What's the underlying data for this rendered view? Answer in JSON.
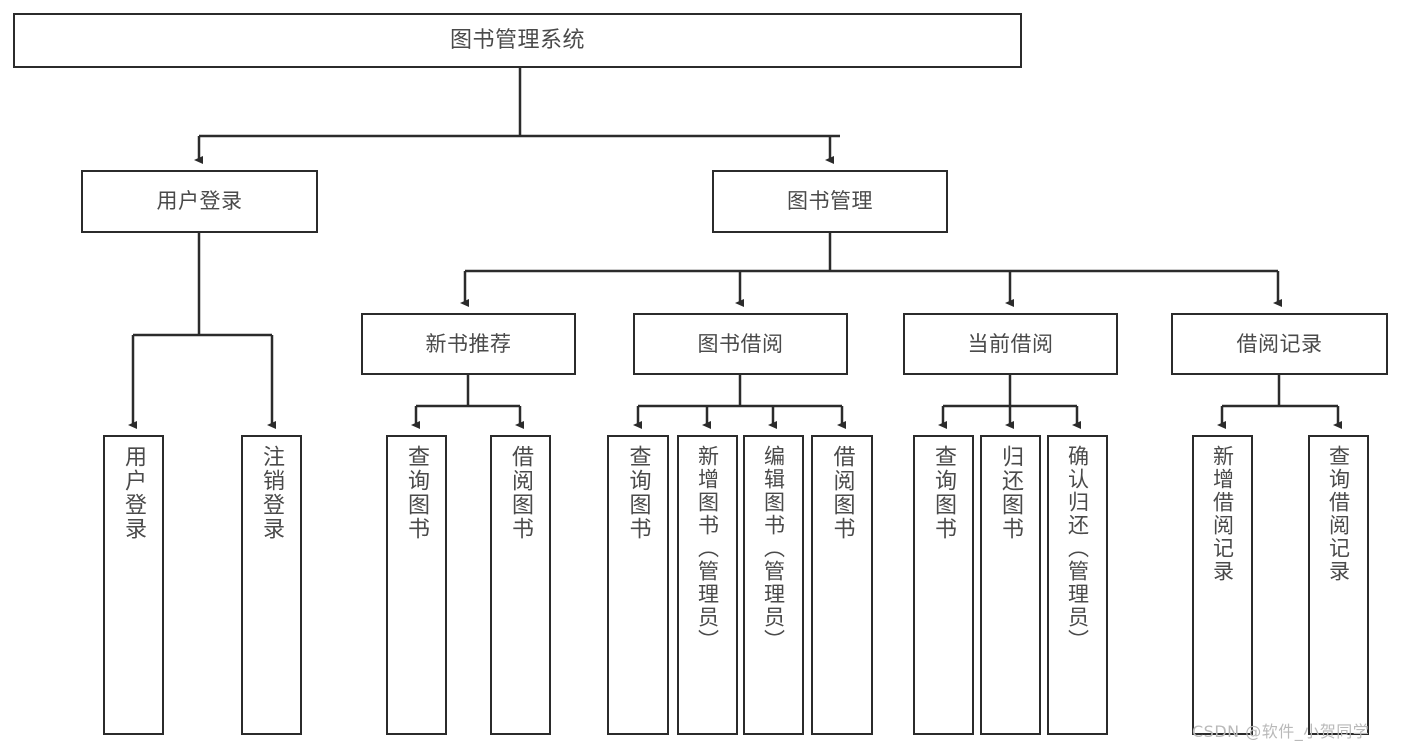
{
  "diagram": {
    "title": "图书管理系统",
    "type": "tree-hierarchy-diagram",
    "line_color": "#2b2b2b",
    "text_color": "#4a4a4a",
    "background": "#ffffff",
    "watermark": "CSDN @软件_小贺同学"
  },
  "nodes": {
    "root": {
      "label": "图书管理系统"
    },
    "level2": [
      {
        "label": "用户登录"
      },
      {
        "label": "图书管理"
      }
    ],
    "level3": [
      {
        "label": "新书推荐"
      },
      {
        "label": "图书借阅"
      },
      {
        "label": "当前借阅"
      },
      {
        "label": "借阅记录"
      }
    ],
    "leaves_user_login": [
      {
        "label": "用户登录"
      },
      {
        "label": "注销登录"
      }
    ],
    "leaves_new_book": [
      {
        "label": "查询图书"
      },
      {
        "label": "借阅图书"
      }
    ],
    "leaves_borrow": [
      {
        "label": "查询图书"
      },
      {
        "label": "新增图书（管理员）"
      },
      {
        "label": "编辑图书（管理员）"
      },
      {
        "label": "借阅图书"
      }
    ],
    "leaves_current": [
      {
        "label": "查询图书"
      },
      {
        "label": "归还图书"
      },
      {
        "label": "确认归还（管理员）"
      }
    ],
    "leaves_records": [
      {
        "label": "新增借阅记录"
      },
      {
        "label": "查询借阅记录"
      }
    ]
  },
  "chart_data": {
    "type": "table",
    "title": "图书管理系统",
    "edges": [
      {
        "from": "图书管理系统",
        "to": "用户登录"
      },
      {
        "from": "图书管理系统",
        "to": "图书管理"
      },
      {
        "from": "用户登录",
        "to": "用户登录"
      },
      {
        "from": "用户登录",
        "to": "注销登录"
      },
      {
        "from": "图书管理",
        "to": "新书推荐"
      },
      {
        "from": "图书管理",
        "to": "图书借阅"
      },
      {
        "from": "图书管理",
        "to": "当前借阅"
      },
      {
        "from": "图书管理",
        "to": "借阅记录"
      },
      {
        "from": "新书推荐",
        "to": "查询图书"
      },
      {
        "from": "新书推荐",
        "to": "借阅图书"
      },
      {
        "from": "图书借阅",
        "to": "查询图书"
      },
      {
        "from": "图书借阅",
        "to": "新增图书（管理员）"
      },
      {
        "from": "图书借阅",
        "to": "编辑图书（管理员）"
      },
      {
        "from": "图书借阅",
        "to": "借阅图书"
      },
      {
        "from": "当前借阅",
        "to": "查询图书"
      },
      {
        "from": "当前借阅",
        "to": "归还图书"
      },
      {
        "from": "当前借阅",
        "to": "确认归还（管理员）"
      },
      {
        "from": "借阅记录",
        "to": "新增借阅记录"
      },
      {
        "from": "借阅记录",
        "to": "查询借阅记录"
      }
    ]
  }
}
